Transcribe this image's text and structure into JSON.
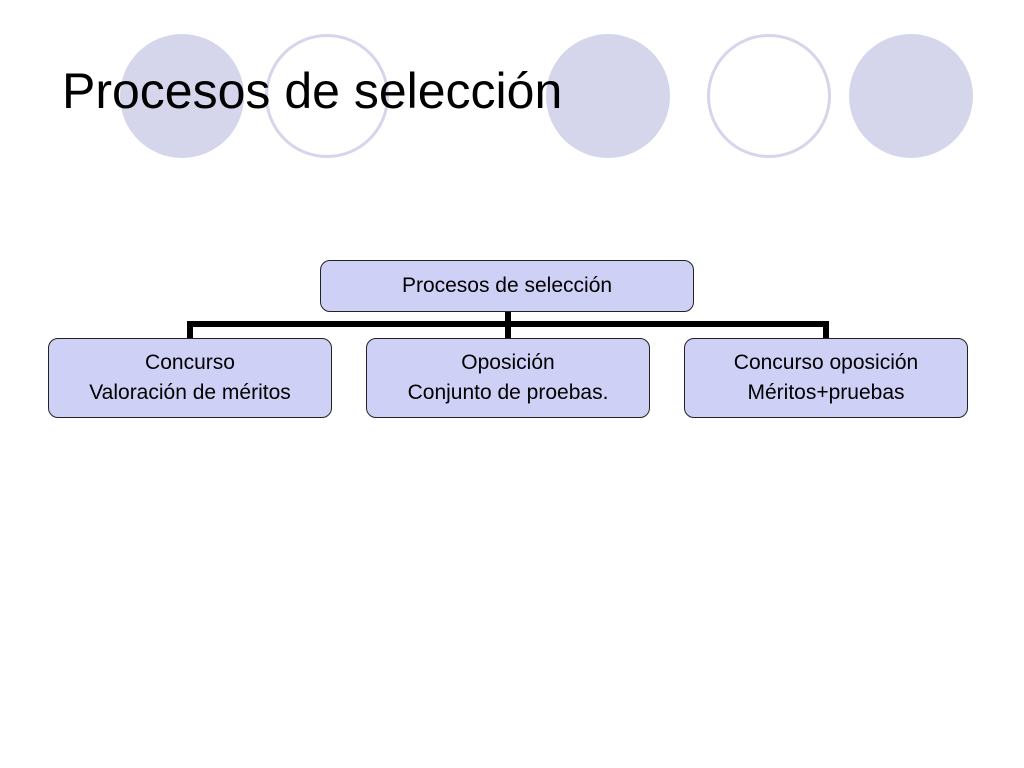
{
  "slide": {
    "title": "Procesos de selección"
  },
  "diagram": {
    "root": {
      "label": "Procesos de selección"
    },
    "children": [
      {
        "line1": "Concurso",
        "line2": "Valoración de méritos"
      },
      {
        "line1": "Oposición",
        "line2": "Conjunto de proebas."
      },
      {
        "line1": "Concurso oposición",
        "line2": "Méritos+pruebas"
      }
    ]
  },
  "colors": {
    "node_fill": "#cfd0f6",
    "decor_circle": "#d5d5ec",
    "connector": "#000000"
  }
}
